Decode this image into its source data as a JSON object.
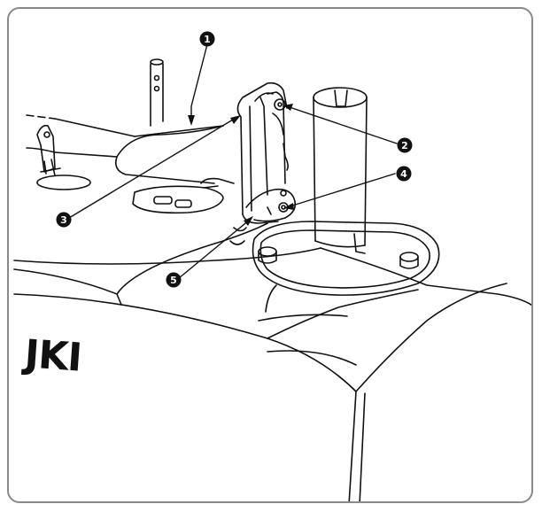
{
  "brand": {
    "logo_text": "JKI"
  },
  "callouts": [
    {
      "label": "1"
    },
    {
      "label": "2"
    },
    {
      "label": "3"
    },
    {
      "label": "4"
    },
    {
      "label": "5"
    }
  ],
  "colors": {
    "line": "#111111",
    "callout_fill": "#111111",
    "callout_text": "#ffffff",
    "frame": "#8a8a8a"
  }
}
